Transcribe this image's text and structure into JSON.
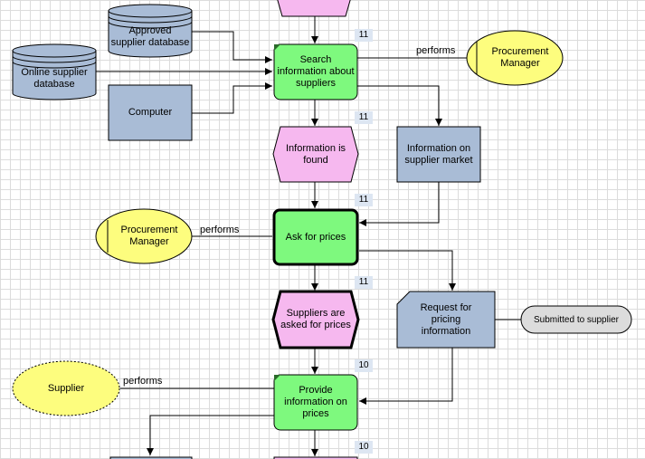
{
  "colors": {
    "function": "#7ef97e",
    "event": "#f6b8ef",
    "data_object": "#a9bcd6",
    "role": "#fdfd7e",
    "status_pill": "#dcdcdc",
    "badge": "#dde6f2"
  },
  "nodes": {
    "approved_db": "Approved\nsupplier database",
    "online_db": "Online supplier\ndatabase",
    "computer": "Computer",
    "search": "Search\ninformation about\nsuppliers",
    "proc_manager_1": "Procurement\nManager",
    "info_found": "Information is\nfound",
    "info_market": "Information on\nsupplier market",
    "ask_prices": "Ask for prices",
    "proc_manager_2": "Procurement\nManager",
    "suppliers_asked": "Suppliers are\nasked for prices",
    "request_pricing": "Request for\npricing\ninformation",
    "submitted": "Submitted to supplier",
    "supplier": "Supplier",
    "provide_info": "Provide\ninformation on\nprices"
  },
  "edge_labels": {
    "performs_1": "performs",
    "performs_2": "performs",
    "performs_3": "performs"
  },
  "badges": {
    "search": "11",
    "info_found": "11",
    "ask_prices": "11",
    "suppliers_asked": "11",
    "provide_info": "10",
    "bottom": "10"
  }
}
